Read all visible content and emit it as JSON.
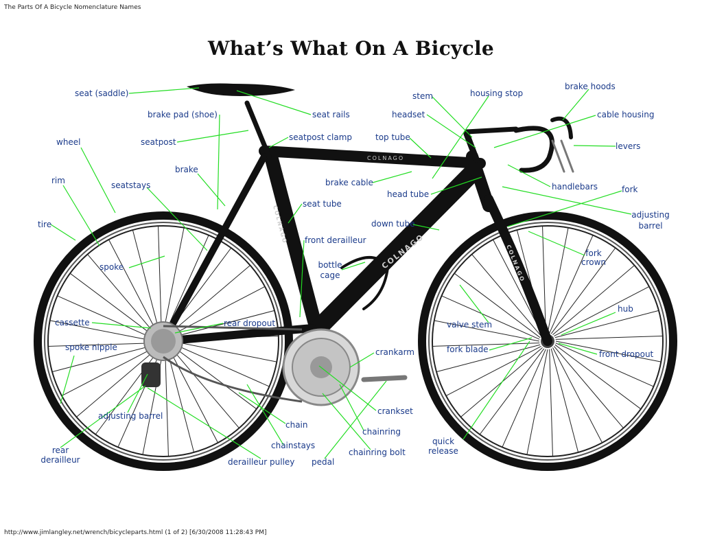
{
  "page": {
    "header": "The Parts Of A Bicycle Nomenclature Names",
    "footer": "http://www.jimlangley.net/wrench/bicycleparts.html (1 of 2) [6/30/2008 11:28:43 PM]",
    "title": "What’s What On A Bicycle"
  },
  "frame_branding": "COLNAGO",
  "colors": {
    "label_text": "#1a3a8a",
    "leader_line": "#22dd22",
    "frame": "#111111"
  },
  "labels": {
    "seat_saddle": "seat (saddle)",
    "brake_pad_shoe": "brake pad (shoe)",
    "seat_rails": "seat rails",
    "stem": "stem",
    "housing_stop": "housing stop",
    "brake_hoods": "brake hoods",
    "headset": "headset",
    "cable_housing": "cable housing",
    "wheel": "wheel",
    "seatpost": "seatpost",
    "seatpost_clamp": "seatpost clamp",
    "top_tube": "top tube",
    "levers": "levers",
    "brake": "brake",
    "rim": "rim",
    "seatstays": "seatstays",
    "brake_cable": "brake cable",
    "handlebars": "handlebars",
    "fork": "fork",
    "head_tube": "head tube",
    "seat_tube": "seat tube",
    "adjusting": "adjusting",
    "barrel": "barrel",
    "tire": "tire",
    "down_tube": "down tube",
    "front_derailleur": "front derailleur",
    "fork_line1": "fork",
    "fork_line2": "crown",
    "bottle_line1": "bottle",
    "bottle_line2": "cage",
    "spoke": "spoke",
    "hub": "hub",
    "cassette": "cassette",
    "rear_dropout": "rear dropout",
    "valve_stem": "valve stem",
    "spoke_nipple": "spoke nipple",
    "crankarm": "crankarm",
    "fork_blade": "fork blade",
    "front_dropout": "front dropout",
    "crankset": "crankset",
    "adjusting_barrel": "adjusting barrel",
    "chain": "chain",
    "chainring": "chainring",
    "quick_line1": "quick",
    "quick_line2": "release",
    "chainstays": "chainstays",
    "rear_line1": "rear",
    "rear_line2": "derailleur",
    "chainring_bolt": "chainring bolt",
    "derailleur_pulley": "derailleur pulley",
    "pedal": "pedal"
  }
}
